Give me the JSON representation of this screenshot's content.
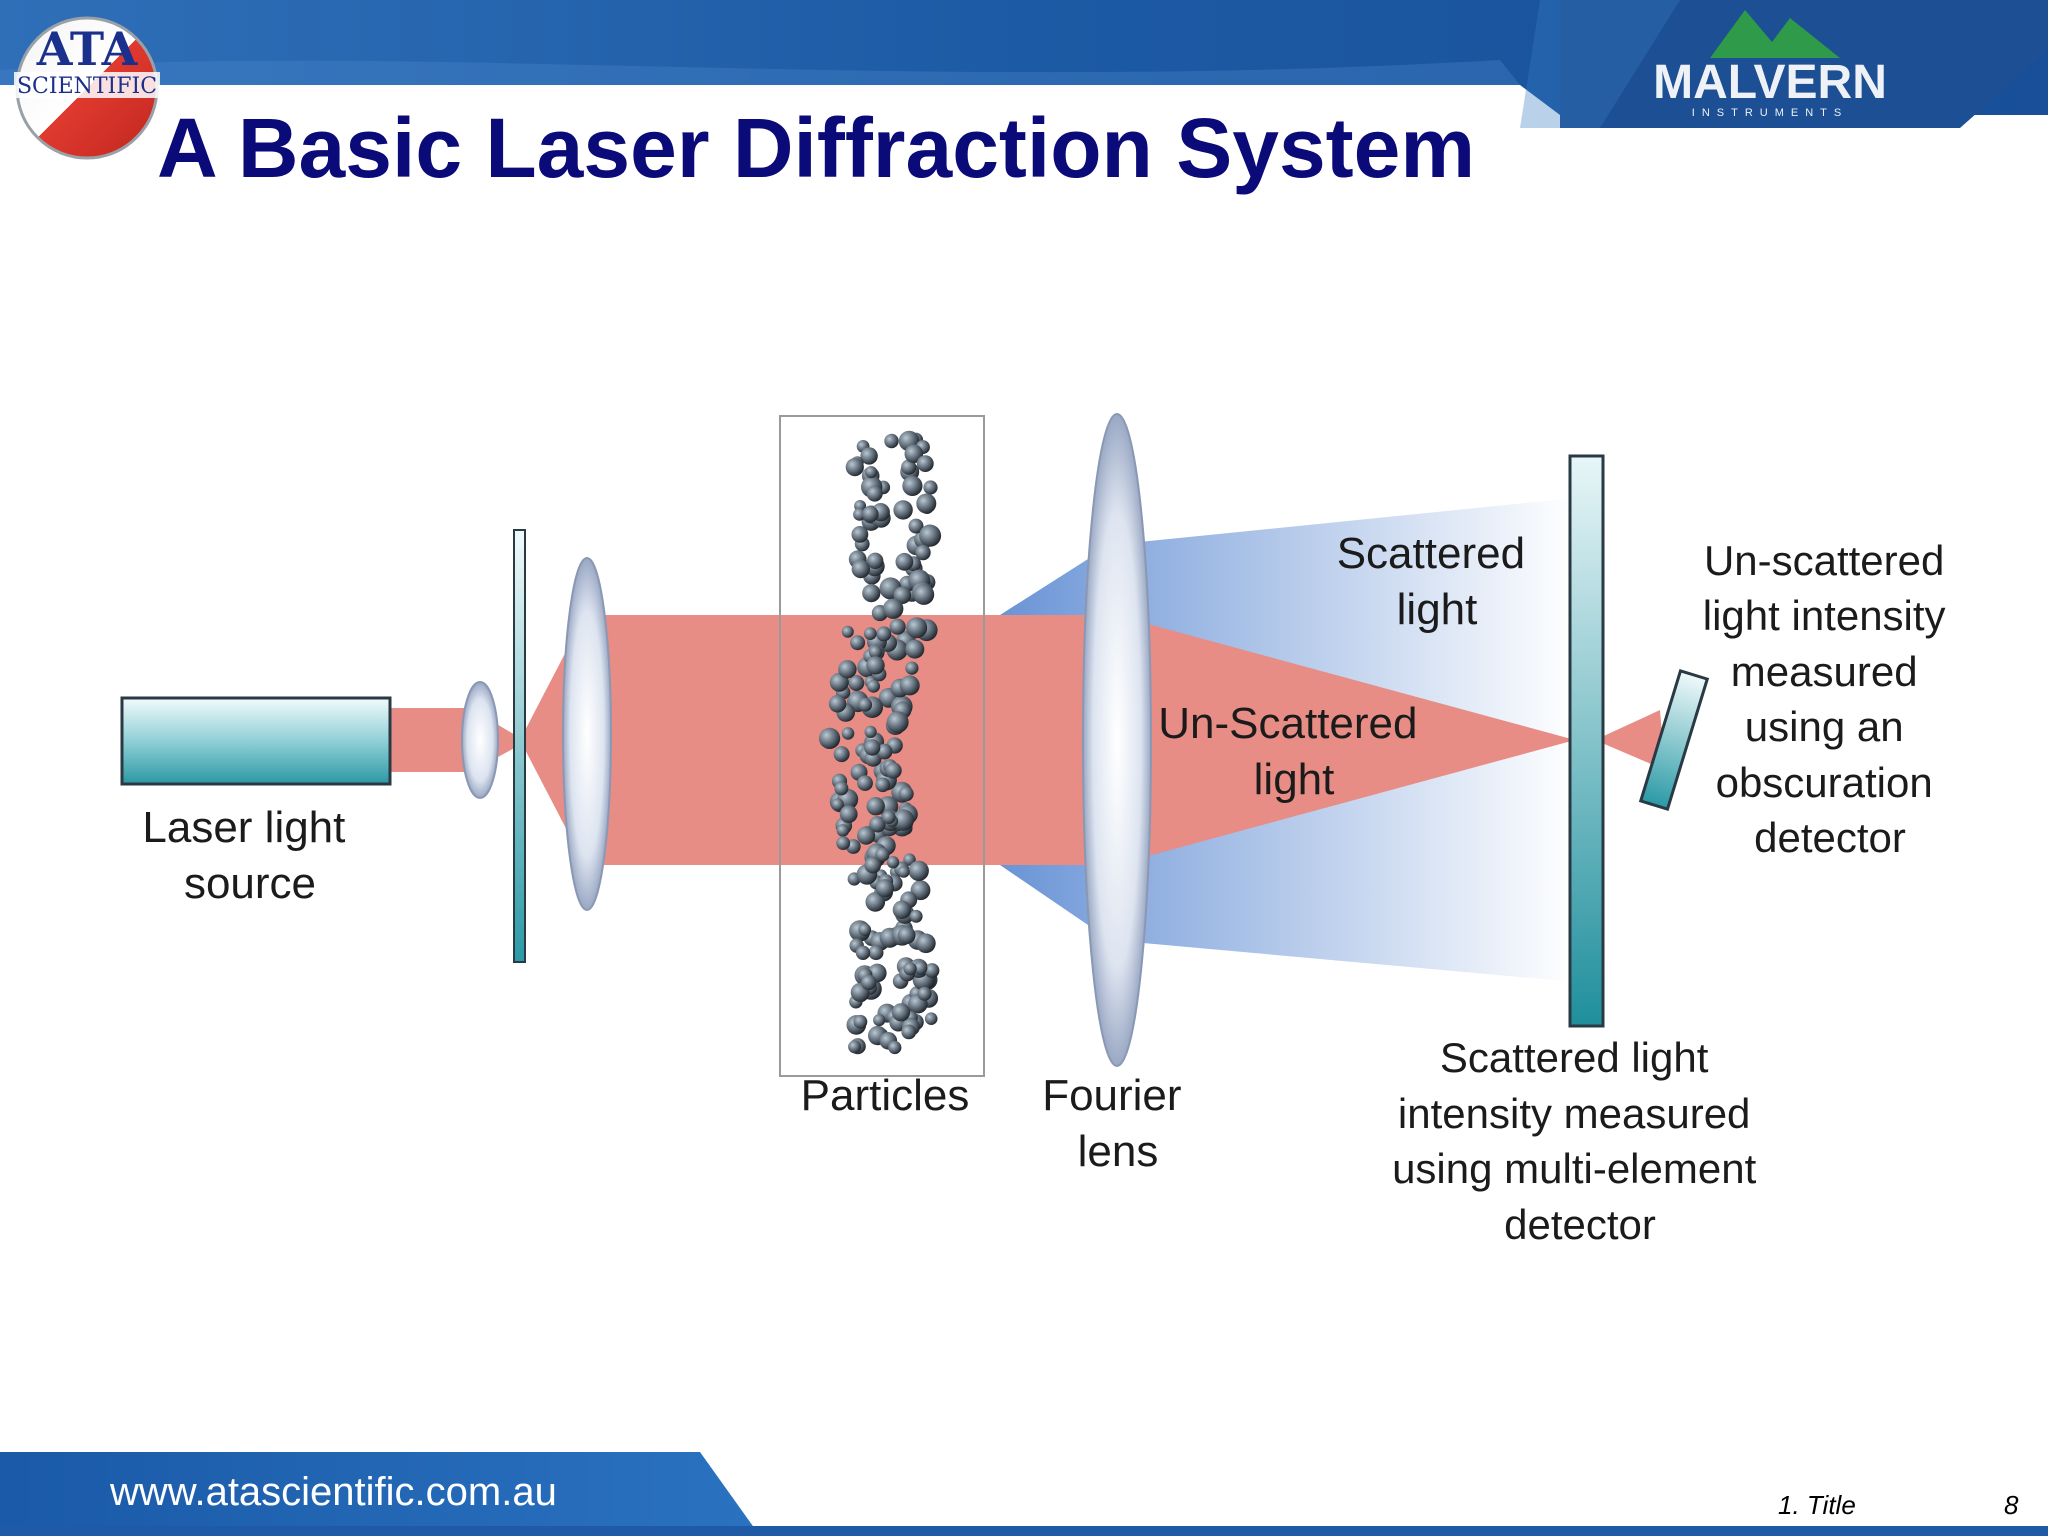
{
  "slide": {
    "title": "A Basic Laser Diffraction System",
    "footer_url": "www.atascientific.com.au",
    "footer_section": "1. Title",
    "page_number": "8"
  },
  "logos": {
    "ata": {
      "line1": "ATA",
      "line2": "SCIENTIFIC"
    },
    "malvern": {
      "name": "MALVERN",
      "sub": "INSTRUMENTS"
    }
  },
  "diagram": {
    "laser_label": [
      "Laser light",
      "source"
    ],
    "particles_label": "Particles",
    "fourier_label": [
      "Fourier",
      "lens"
    ],
    "scattered_label": [
      "Scattered",
      "light"
    ],
    "unscattered_label": [
      "Un-Scattered",
      "light"
    ],
    "obscuration_label": [
      "Un-scattered",
      "light intensity",
      "measured",
      "using an",
      "obscuration",
      "detector"
    ],
    "multi_detector_label": [
      "Scattered light",
      "intensity measured",
      "using multi-element",
      "detector"
    ]
  },
  "colors": {
    "title": "#0a0a78",
    "header_blue": "#1f5fa8",
    "footer_blue": "#1e5aa6",
    "laser_beam": "#e88c86",
    "scatter_blue": "#6f98d8",
    "detector_teal": "#2b9aa6"
  }
}
